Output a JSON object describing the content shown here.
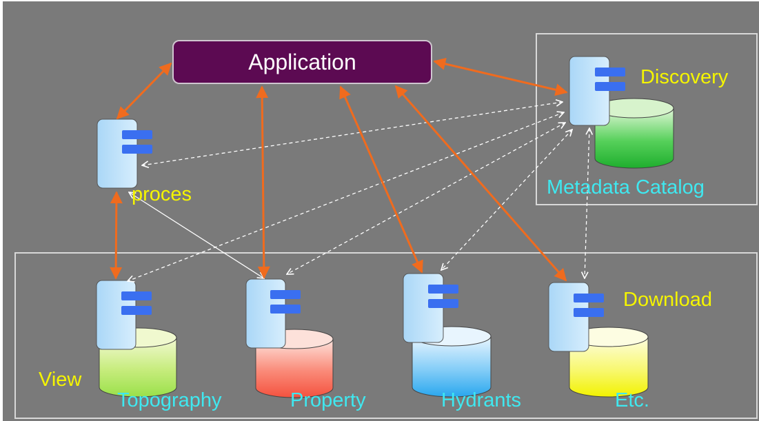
{
  "application": {
    "label": "Application"
  },
  "services": {
    "discovery": "Discovery",
    "metadata_catalog": "Metadata Catalog",
    "process": "proces",
    "download": "Download",
    "view": "View"
  },
  "datasets": {
    "topography": "Topography",
    "property": "Property",
    "hydrants": "Hydrants",
    "etc": "Etc."
  },
  "colors": {
    "background": "#7a7a7a",
    "application_fill": "#5c0a52",
    "orange_arrow": "#f06b1e",
    "service_label": "#f5f500",
    "dataset_label": "#3fe8f0",
    "component_fill": "#c2e4fb",
    "green_db": "#2fbf3c",
    "red_db": "#f86b5a",
    "blue_db": "#47b4f0",
    "yellow_db": "#f5f500"
  },
  "icons": [
    "service-component-icon",
    "database-cylinder-icon"
  ]
}
